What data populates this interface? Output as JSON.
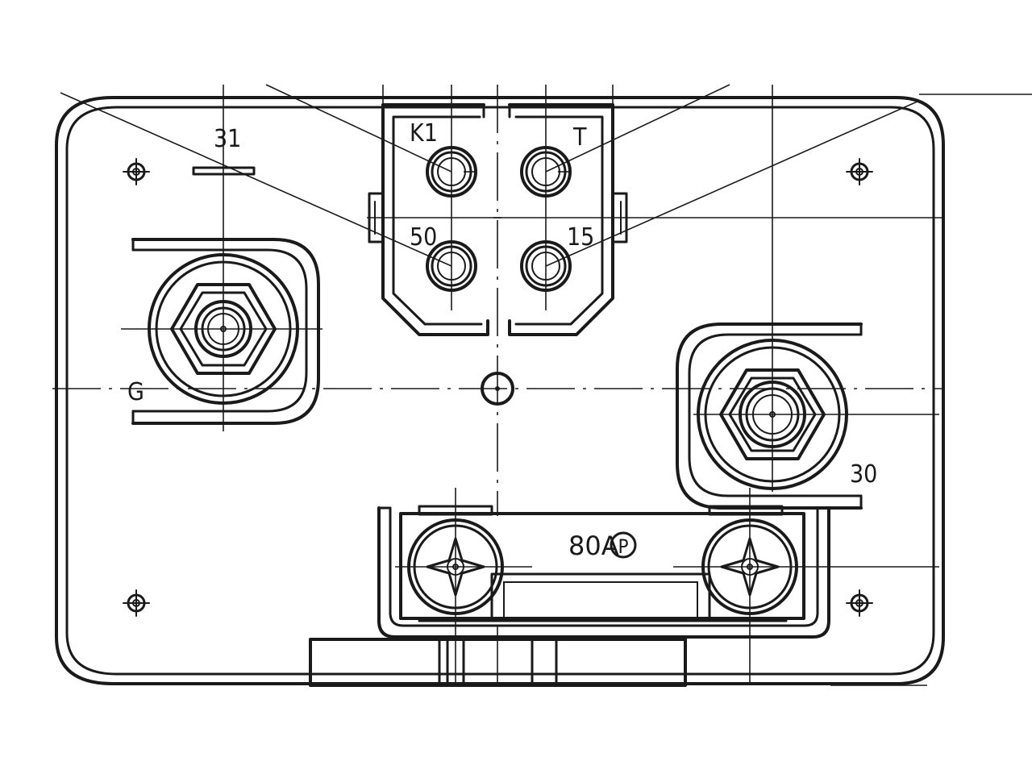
{
  "labels": {
    "t31": "31",
    "k1": "K1",
    "t": "T",
    "t50": "50",
    "t15": "15",
    "g": "G",
    "t30": "30",
    "rating": "80A",
    "rating_mark": "P"
  }
}
